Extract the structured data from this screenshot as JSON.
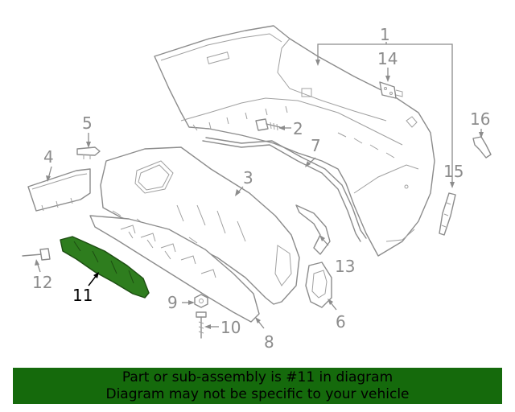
{
  "diagram": {
    "highlight_color": "#2e7d1e",
    "callouts": [
      {
        "id": "1",
        "label": "1"
      },
      {
        "id": "2",
        "label": "2"
      },
      {
        "id": "3",
        "label": "3"
      },
      {
        "id": "4",
        "label": "4"
      },
      {
        "id": "5",
        "label": "5"
      },
      {
        "id": "6",
        "label": "6"
      },
      {
        "id": "7",
        "label": "7"
      },
      {
        "id": "8",
        "label": "8"
      },
      {
        "id": "9",
        "label": "9"
      },
      {
        "id": "10",
        "label": "10"
      },
      {
        "id": "11",
        "label": "11",
        "highlighted": true
      },
      {
        "id": "12",
        "label": "12"
      },
      {
        "id": "13",
        "label": "13"
      },
      {
        "id": "14",
        "label": "14"
      },
      {
        "id": "15",
        "label": "15"
      },
      {
        "id": "16",
        "label": "16"
      }
    ]
  },
  "banner": {
    "background": "#156a0c",
    "line1": "Part or sub-assembly is #11 in diagram",
    "line2": "Diagram may not be specific to your vehicle"
  }
}
